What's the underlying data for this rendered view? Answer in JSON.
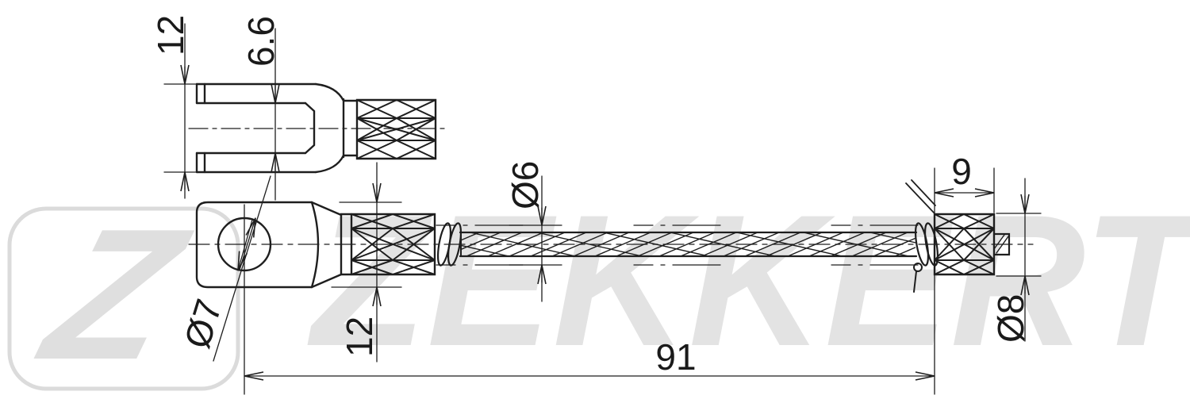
{
  "watermark": {
    "brand": "ZEKKERT",
    "logo_letter": "Z",
    "color": "#e3e3e3"
  },
  "drawing": {
    "type": "technical-drawing-brake-cable",
    "line_color": "#1e1e1e",
    "dimensions": {
      "fork_outer_width": "12",
      "fork_slot_width": "6.6",
      "clevis_hole_diameter": "Ø7",
      "clevis_body_height": "12",
      "spring_outer_diameter": "Ø6",
      "cable_length": "91",
      "end_ferrule_length": "9",
      "end_ferrule_diameter": "Ø8"
    }
  }
}
